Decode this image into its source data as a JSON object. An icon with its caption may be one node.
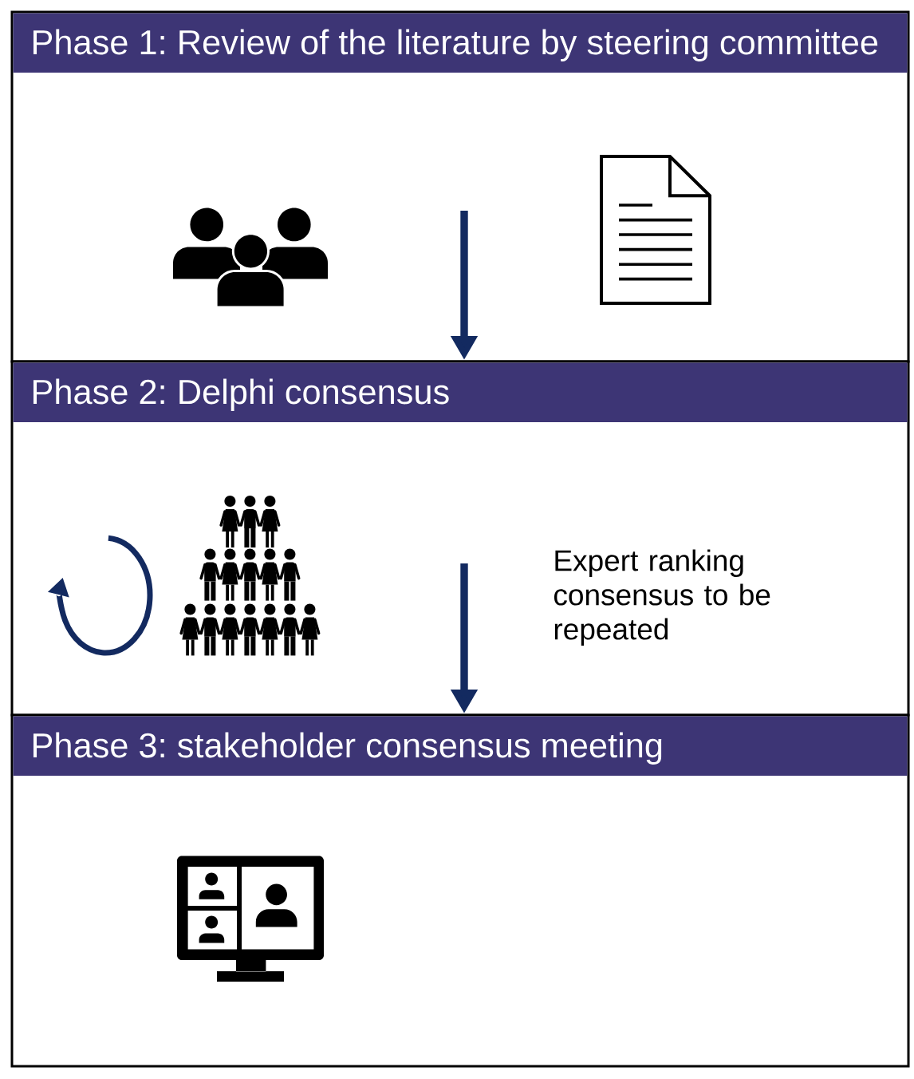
{
  "diagram": {
    "nodes": [
      {
        "text": [
          "Phase 1: Review of the literature by steering committee"
        ]
      },
      {
        "text": [
          "Phase 2: Delphi consensus",
          "Expert ranking consensus to be repeated"
        ]
      },
      {
        "text": [
          "Phase 3: stakeholder consensus meeting"
        ]
      }
    ],
    "edges": [
      {
        "from": 0,
        "to": 1,
        "arrow": "to"
      },
      {
        "from": 1,
        "to": 2,
        "arrow": "to"
      }
    ]
  }
}
